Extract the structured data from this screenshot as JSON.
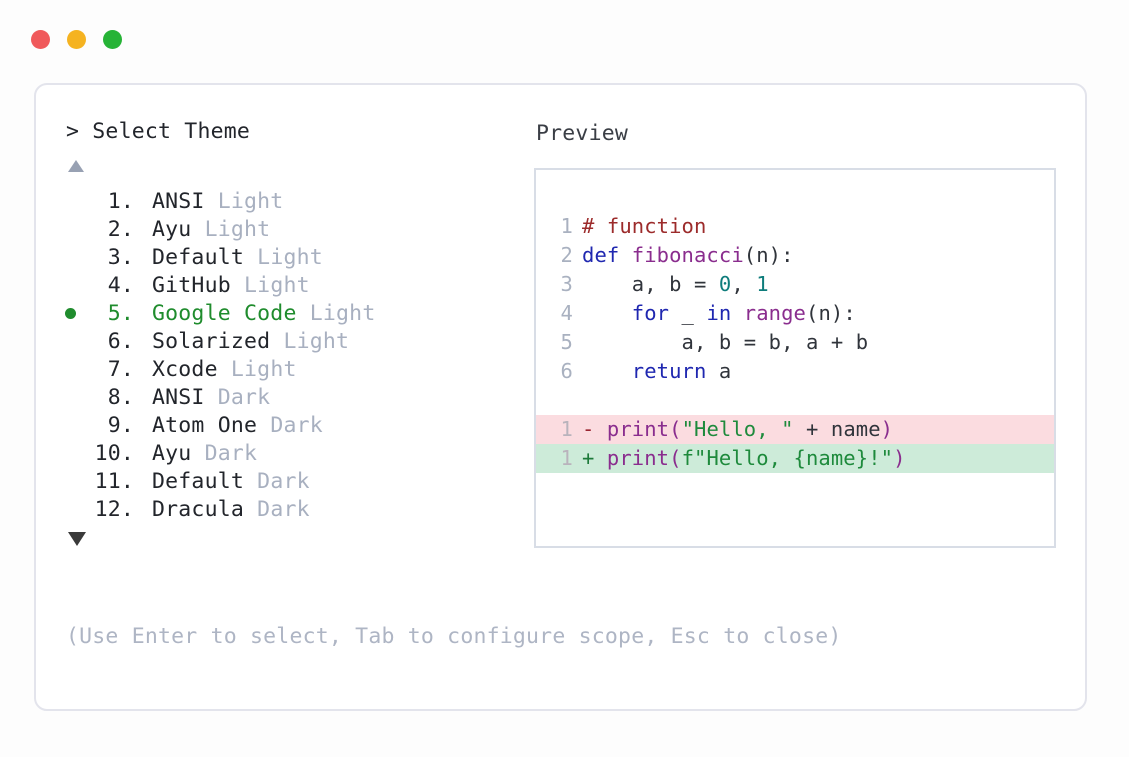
{
  "titlebar": {
    "buttons": [
      {
        "name": "close",
        "color": "#F0595B"
      },
      {
        "name": "minimize",
        "color": "#F5B321"
      },
      {
        "name": "maximize",
        "color": "#26B336"
      }
    ]
  },
  "left": {
    "prompt": "> Select Theme",
    "scroll_up_icon": "triangle-up-icon",
    "scroll_down_icon": "triangle-down-icon",
    "items": [
      {
        "index": "1.",
        "name": "ANSI",
        "variant": "Light",
        "selected": false
      },
      {
        "index": "2.",
        "name": "Ayu",
        "variant": "Light",
        "selected": false
      },
      {
        "index": "3.",
        "name": "Default",
        "variant": "Light",
        "selected": false
      },
      {
        "index": "4.",
        "name": "GitHub",
        "variant": "Light",
        "selected": false
      },
      {
        "index": "5.",
        "name": "Google Code",
        "variant": "Light",
        "selected": true
      },
      {
        "index": "6.",
        "name": "Solarized",
        "variant": "Light",
        "selected": false
      },
      {
        "index": "7.",
        "name": "Xcode",
        "variant": "Light",
        "selected": false
      },
      {
        "index": "8.",
        "name": "ANSI",
        "variant": "Dark",
        "selected": false
      },
      {
        "index": "9.",
        "name": "Atom One",
        "variant": "Dark",
        "selected": false
      },
      {
        "index": "10.",
        "name": "Ayu",
        "variant": "Dark",
        "selected": false
      },
      {
        "index": "11.",
        "name": "Default",
        "variant": "Dark",
        "selected": false
      },
      {
        "index": "12.",
        "name": "Dracula",
        "variant": "Dark",
        "selected": false
      }
    ]
  },
  "right": {
    "label": "Preview",
    "code_lines": [
      {
        "ln": "1",
        "tokens": [
          {
            "t": "# function",
            "c": "c-comment"
          }
        ]
      },
      {
        "ln": "2",
        "tokens": [
          {
            "t": "def ",
            "c": "c-keyword"
          },
          {
            "t": "fibonacci",
            "c": "c-func"
          },
          {
            "t": "(n):",
            "c": "c-plain"
          }
        ]
      },
      {
        "ln": "3",
        "tokens": [
          {
            "t": "    a, b = ",
            "c": "c-plain"
          },
          {
            "t": "0",
            "c": "c-num"
          },
          {
            "t": ", ",
            "c": "c-plain"
          },
          {
            "t": "1",
            "c": "c-num"
          }
        ]
      },
      {
        "ln": "4",
        "tokens": [
          {
            "t": "    ",
            "c": "c-plain"
          },
          {
            "t": "for",
            "c": "c-keyword"
          },
          {
            "t": " _ ",
            "c": "c-plain"
          },
          {
            "t": "in",
            "c": "c-keyword"
          },
          {
            "t": " ",
            "c": "c-plain"
          },
          {
            "t": "range",
            "c": "c-func"
          },
          {
            "t": "(n):",
            "c": "c-plain"
          }
        ]
      },
      {
        "ln": "5",
        "tokens": [
          {
            "t": "        a, b = b, a + b",
            "c": "c-plain"
          }
        ]
      },
      {
        "ln": "6",
        "tokens": [
          {
            "t": "    ",
            "c": "c-plain"
          },
          {
            "t": "return",
            "c": "c-keyword"
          },
          {
            "t": " a",
            "c": "c-plain"
          }
        ]
      }
    ],
    "diff_lines": [
      {
        "ln": "1",
        "kind": "removed",
        "sign": "-",
        "tokens": [
          {
            "t": "print",
            "c": "c-func"
          },
          {
            "t": "(",
            "c": "c-punct"
          },
          {
            "t": "\"Hello, \"",
            "c": "c-string"
          },
          {
            "t": " + name",
            "c": "c-plain"
          },
          {
            "t": ")",
            "c": "c-punct"
          }
        ]
      },
      {
        "ln": "1",
        "kind": "added",
        "sign": "+",
        "tokens": [
          {
            "t": "print",
            "c": "c-func"
          },
          {
            "t": "(",
            "c": "c-punct"
          },
          {
            "t": "f\"Hello, {name}!\"",
            "c": "c-string"
          },
          {
            "t": ")",
            "c": "c-punct"
          }
        ]
      }
    ]
  },
  "footer": {
    "hint": "(Use Enter to select, Tab to configure scope, Esc to close)"
  }
}
